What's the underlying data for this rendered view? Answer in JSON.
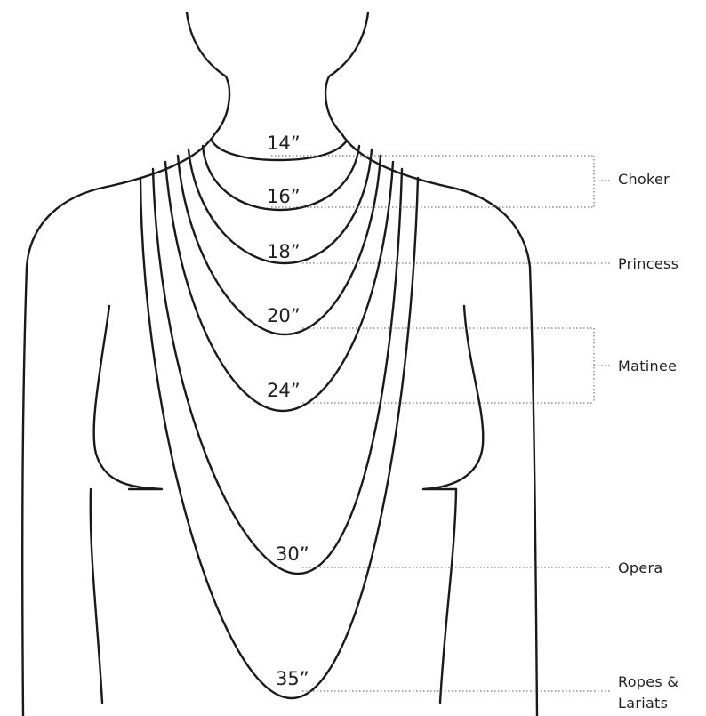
{
  "lengths": [
    {
      "label": "14”"
    },
    {
      "label": "16”"
    },
    {
      "label": "18”"
    },
    {
      "label": "20”"
    },
    {
      "label": "24”"
    },
    {
      "label": "30”"
    },
    {
      "label": "35”"
    }
  ],
  "categories": [
    {
      "label": "Choker"
    },
    {
      "label": "Princess"
    },
    {
      "label": "Matinee"
    },
    {
      "label": "Opera"
    },
    {
      "label": "Ropes &",
      "label2": "Lariats"
    }
  ]
}
